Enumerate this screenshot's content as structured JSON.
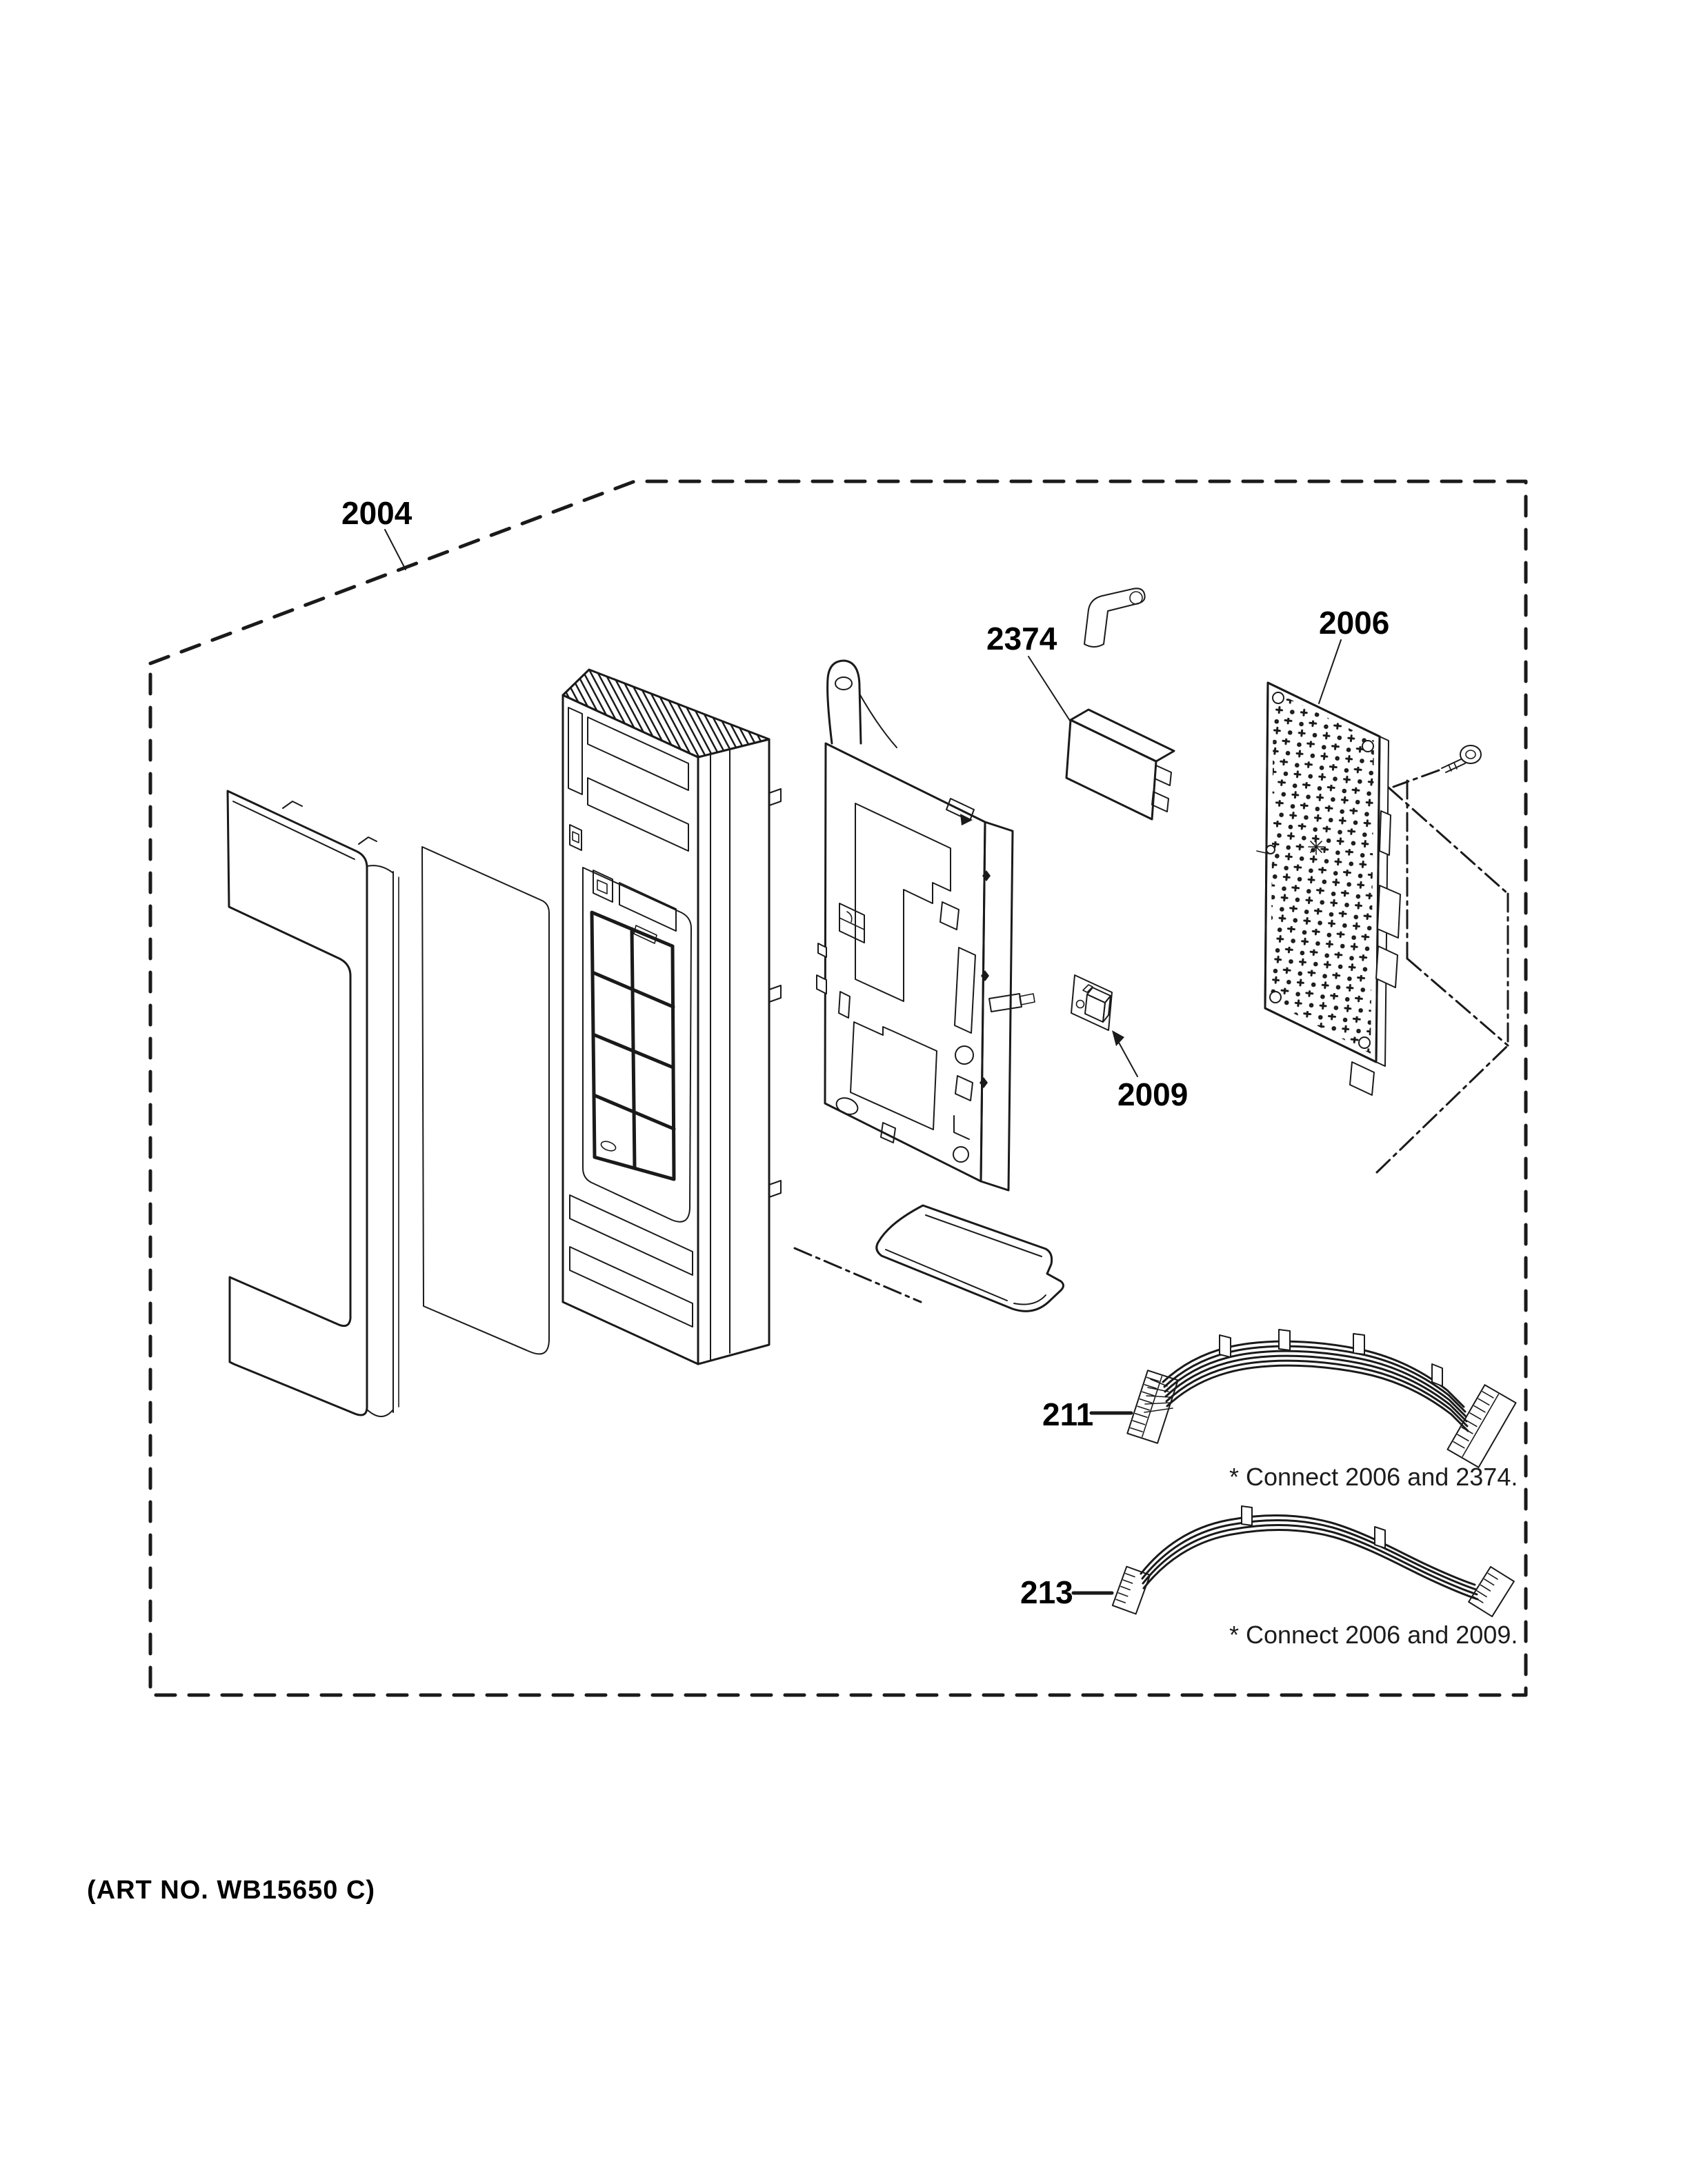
{
  "diagram": {
    "callouts": {
      "c2004": "2004",
      "c2374": "2374",
      "c2006": "2006",
      "c2009": "2009",
      "c211": "211",
      "c213": "213"
    },
    "notes": {
      "note1": "* Connect 2006 and 2374.",
      "note2": "* Connect 2006 and 2009."
    },
    "art_no": "(ART NO. WB15650 C)",
    "colors": {
      "line": "#1a1a1a",
      "background": "#ffffff"
    }
  }
}
